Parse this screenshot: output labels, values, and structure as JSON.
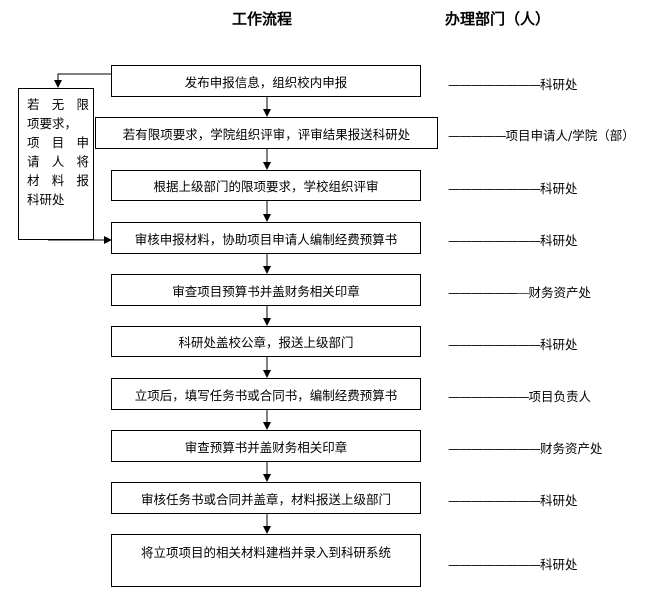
{
  "header": {
    "left": "工作流程",
    "right": "办理部门（人）"
  },
  "steps": [
    {
      "label": "发布申报信息，组织校内申报",
      "dept": "科研处",
      "dashes": "————————"
    },
    {
      "label": "若有限项要求，学院组织评审，评审结果报送科研处",
      "dept": "项目申请人/学院（部）",
      "dashes": "—————"
    },
    {
      "label": "根据上级部门的限项要求，学校组织评审",
      "dept": "科研处",
      "dashes": "————————"
    },
    {
      "label": "审核申报材料，协助项目申请人编制经费预算书",
      "dept": "科研处",
      "dashes": "————————"
    },
    {
      "label": "审查项目预算书并盖财务相关印章",
      "dept": "财务资产处",
      "dashes": "——————",
      "red_dash": "—"
    },
    {
      "label": "科研处盖校公章，报送上级部门",
      "dept": "科研处",
      "dashes": "————————"
    },
    {
      "label": "立项后，填写任务书或合同书，编制经费预算书",
      "dept": "项目负责人",
      "dashes": "———————"
    },
    {
      "label": "审查预算书并盖财务相关印章",
      "dept": "财务资产处",
      "dashes": "————————"
    },
    {
      "label": "审核任务书或合同并盖章，材料报送上级部门",
      "dept": "科研处",
      "dashes": "————————"
    },
    {
      "label": "将立项项目的相关材料建档并录入到科研系统",
      "dept": "科研处",
      "dashes": "————————"
    }
  ],
  "side_note": {
    "lines": [
      "若无限",
      "项要求，",
      "项目申",
      "请人将",
      "材料报",
      "科研处"
    ]
  },
  "colors": {
    "line": "#000000",
    "accent_dash": "#cc0000"
  }
}
